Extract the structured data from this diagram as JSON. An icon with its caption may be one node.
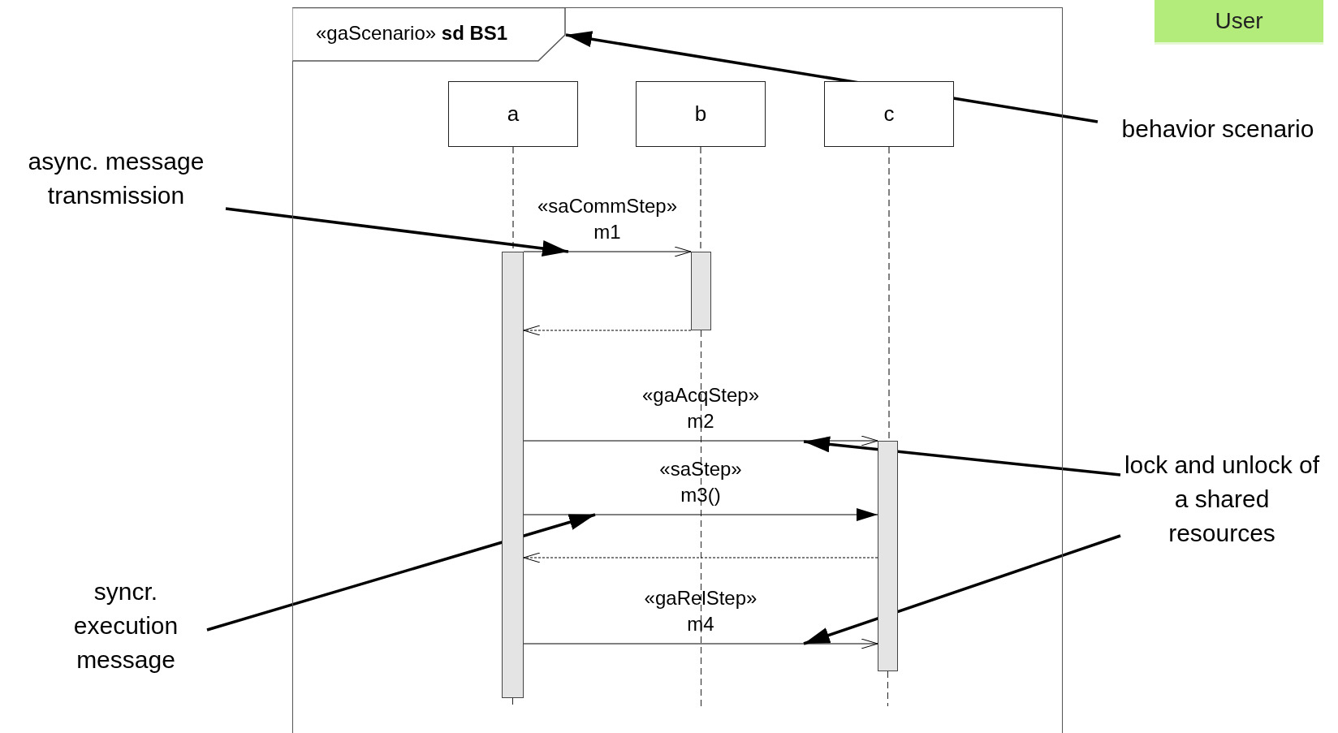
{
  "diagram": {
    "nodes": [
      {
        "text": [
          "«gaScenario» **sd BS1**"
        ]
      },
      {
        "text": [
          "a"
        ],
        "in": 0
      },
      {
        "text": [
          "b"
        ],
        "in": 0
      },
      {
        "text": [
          "c"
        ],
        "in": 0
      },
      {
        "text": [],
        "shape": "bar",
        "in": 0
      },
      {
        "text": [],
        "shape": "bar",
        "in": 0
      },
      {
        "text": [],
        "shape": "bar",
        "in": 0
      },
      {
        "text": [
          "async. message transmission"
        ]
      },
      {
        "text": [
          "behavior scenario"
        ]
      },
      {
        "text": [
          "lock and unlock of a shared resources"
        ]
      },
      {
        "text": [
          "syncr. execution message"
        ]
      },
      {
        "text": [
          "User"
        ]
      }
    ],
    "edges": [
      {
        "from": 4,
        "to": 5,
        "arrow": "to",
        "label": "«saCommStep» m1"
      },
      {
        "from": 5,
        "to": 4,
        "arrow": "to",
        "style": "dashed"
      },
      {
        "from": 4,
        "to": 6,
        "arrow": "to",
        "label": "«gaAcqStep» m2"
      },
      {
        "from": 4,
        "to": 6,
        "arrow": "to",
        "label": "«saStep» m3()"
      },
      {
        "from": 6,
        "to": 4,
        "arrow": "to",
        "style": "dashed"
      },
      {
        "from": 4,
        "to": 6,
        "arrow": "to",
        "label": "«gaRelStep» m4"
      },
      {
        "from": 7,
        "to": null,
        "arrow": "to",
        "style": "thick"
      },
      {
        "from": 8,
        "to": 0,
        "arrow": "to",
        "style": "thick"
      },
      {
        "from": 9,
        "to": null,
        "arrow": "to",
        "style": "thick"
      },
      {
        "from": 9,
        "to": null,
        "arrow": "to",
        "style": "thick"
      },
      {
        "from": 10,
        "to": null,
        "arrow": "to",
        "style": "thick"
      },
      {
        "from": 1,
        "to": 4,
        "arrow": "none",
        "style": "dashed"
      },
      {
        "from": 2,
        "to": 5,
        "arrow": "none",
        "style": "dashed"
      },
      {
        "from": 3,
        "to": 6,
        "arrow": "none",
        "style": "dashed"
      }
    ]
  }
}
